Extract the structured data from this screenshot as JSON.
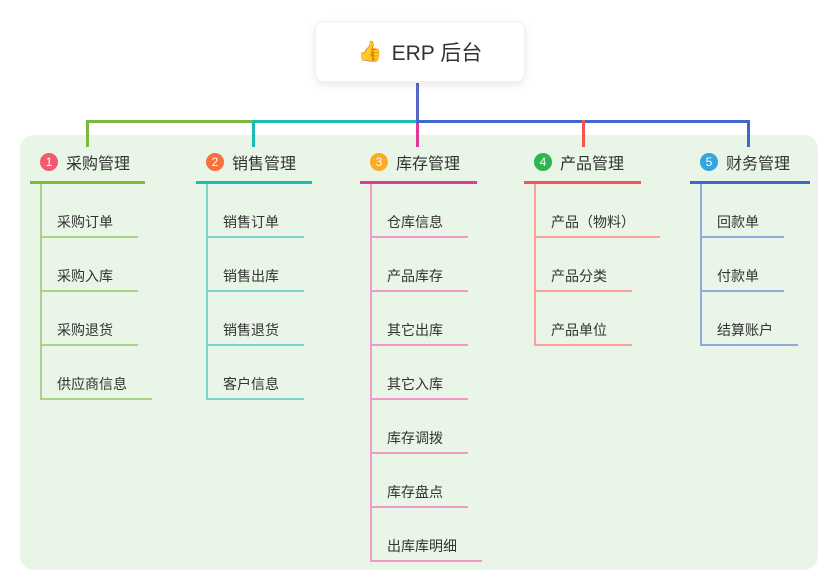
{
  "root": {
    "icon": "👍",
    "label": "ERP 后台",
    "line_color": "#5a68c5"
  },
  "branches": [
    {
      "num": "1",
      "title": "采购管理",
      "badge_color": "#f25b6f",
      "main_color": "#7cb93f",
      "light_color": "#a8d386",
      "children": [
        "采购订单",
        "采购入库",
        "采购退货",
        "供应商信息"
      ]
    },
    {
      "num": "2",
      "title": "销售管理",
      "badge_color": "#f8703d",
      "main_color": "#1cbcb4",
      "light_color": "#7ed3cb",
      "children": [
        "销售订单",
        "销售出库",
        "销售退货",
        "客户信息"
      ]
    },
    {
      "num": "3",
      "title": "库存管理",
      "badge_color": "#fbab25",
      "main_color": "#e23a97",
      "light_color": "#f398c8",
      "children": [
        "仓库信息",
        "产品库存",
        "其它出库",
        "其它入库",
        "库存调拨",
        "库存盘点",
        "出库库明细"
      ]
    },
    {
      "num": "4",
      "title": "产品管理",
      "badge_color": "#2fb44f",
      "main_color": "#f4564c",
      "light_color": "#f9a29b",
      "children": [
        "产品（物料）",
        "产品分类",
        "产品单位"
      ]
    },
    {
      "num": "5",
      "title": "财务管理",
      "badge_color": "#32a6dd",
      "main_color": "#3e68d0",
      "light_color": "#93a9de",
      "children": [
        "回款单",
        "付款单",
        "结算账户"
      ]
    }
  ]
}
